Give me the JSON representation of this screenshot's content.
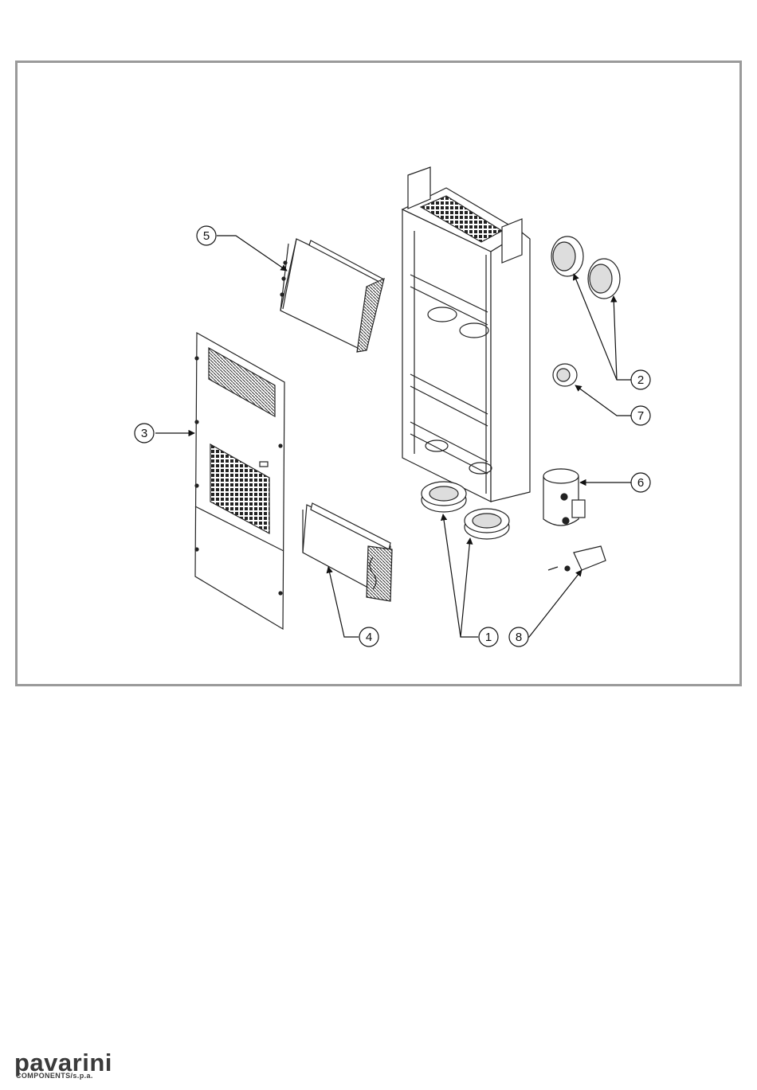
{
  "callouts": [
    {
      "id": "1",
      "text": "1"
    },
    {
      "id": "2",
      "text": "2"
    },
    {
      "id": "3",
      "text": "3"
    },
    {
      "id": "4",
      "text": "4"
    },
    {
      "id": "5",
      "text": "5"
    },
    {
      "id": "6",
      "text": "6"
    },
    {
      "id": "7",
      "text": "7"
    },
    {
      "id": "8",
      "text": "8"
    }
  ],
  "logo": {
    "brand": "pavarini",
    "sub": "COMPONENTS/s.p.a."
  },
  "colors": {
    "frame": "#9a9a9a",
    "line": "#222222"
  }
}
